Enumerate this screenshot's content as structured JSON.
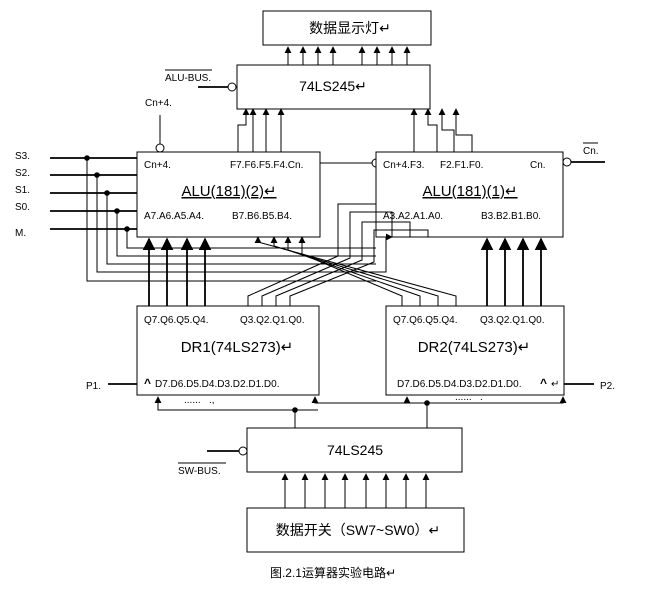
{
  "boxes": {
    "display": {
      "label": "数据显示灯↵"
    },
    "buffer_top": {
      "label": "74LS245↵"
    },
    "alu2": {
      "title": "ALU(181)(2)↵",
      "cn_in": "Cn+4.",
      "f_out": "F7.F6.F5.F4.Cn.",
      "a_in": "A7.A6.A5.A4.",
      "b_in": "B7.B6.B5.B4."
    },
    "alu1": {
      "title": "ALU(181)(1)↵",
      "cn4_f3": "Cn+4.F3.",
      "f_out": "F2.F1.F0.",
      "cn": "Cn.",
      "a_in": "A3.A2.A1.A0.",
      "b_in": "B3.B2.B1.B0."
    },
    "dr1": {
      "title": "DR1(74LS273)↵",
      "q_hi": "Q7.Q6.Q5.Q4.",
      "q_lo": "Q3.Q2.Q1.Q0.",
      "clk": "^",
      "d_in": "D7.D6.D5.D4.D3.D2.D1.D0."
    },
    "dr2": {
      "title": "DR2(74LS273)↵",
      "q_hi": "Q7.Q6.Q5.Q4.",
      "q_lo": "Q3.Q2.Q1.Q0.",
      "clk": "^",
      "d_in": "D7.D6.D5.D4.D3.D2.D1.D0.",
      "mark": "↵"
    },
    "buffer_bottom": {
      "label": "74LS245"
    },
    "switches": {
      "label": "数据开关（SW7~SW0）↵"
    }
  },
  "signals": {
    "alu_bus": "ALU-BUS.",
    "cn4_top": "Cn+4.",
    "cn_right": "Cn.",
    "s3": "S3.",
    "s2": "S2.",
    "s1": "S1.",
    "s0": "S0.",
    "m": "M.",
    "p1": "P1.",
    "p2": "P2.",
    "sw_bus": "SW-BUS."
  },
  "ellipsis_left": "......",
  "ellipsis_left_mark": ".,",
  "ellipsis_right": "......",
  "ellipsis_right_mark": ".",
  "caption": "图.2.1运算器实验电路↵"
}
